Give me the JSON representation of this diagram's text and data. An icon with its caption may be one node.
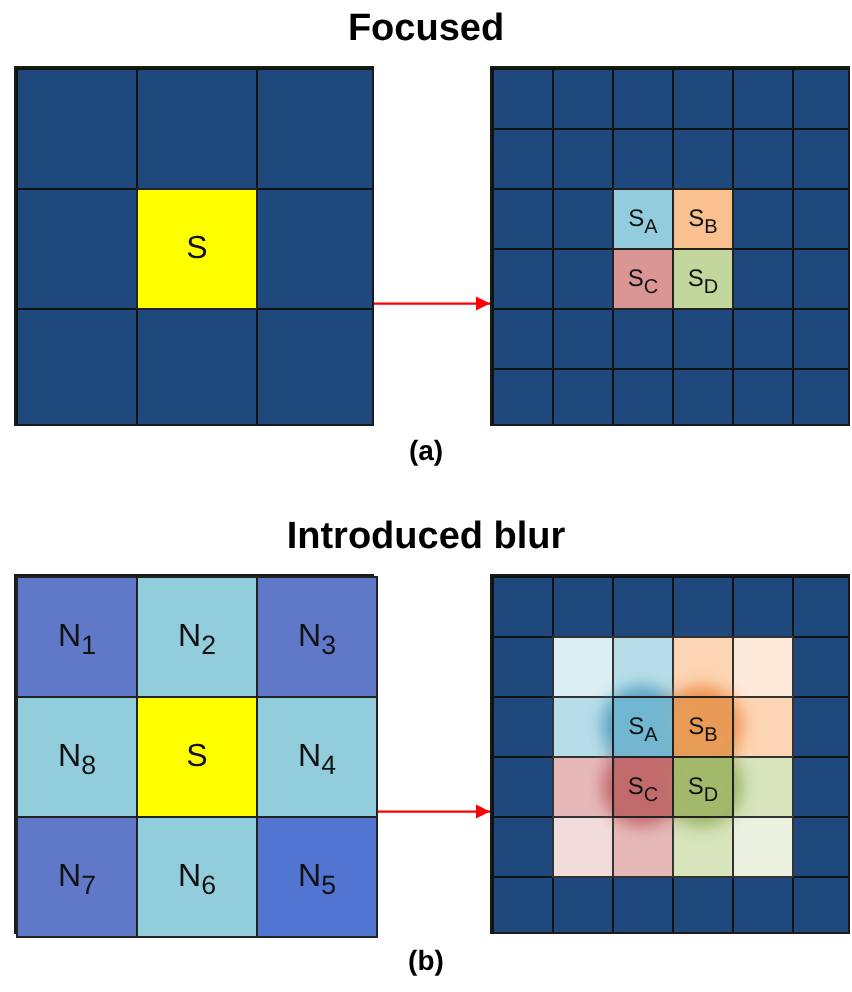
{
  "diagram": {
    "nodes": [
      {
        "text": [],
        "shape": "box"
      },
      {
        "text": [
          "S"
        ],
        "in": 0
      },
      {
        "text": [],
        "shape": "box"
      },
      {
        "text": [
          "S$_{A}$"
        ],
        "in": 2
      },
      {
        "text": [
          "S$_{B}$"
        ],
        "in": 2
      },
      {
        "text": [
          "S$_{C}$"
        ],
        "in": 2
      },
      {
        "text": [
          "S$_{D}$"
        ],
        "in": 2
      },
      {
        "text": [],
        "shape": "box"
      },
      {
        "text": [
          "N$_{1}$"
        ],
        "in": 7
      },
      {
        "text": [
          "N$_{2}$"
        ],
        "in": 7
      },
      {
        "text": [
          "N$_{3}$"
        ],
        "in": 7
      },
      {
        "text": [
          "N$_{8}$"
        ],
        "in": 7
      },
      {
        "text": [
          "S"
        ],
        "in": 7
      },
      {
        "text": [
          "N$_{4}$"
        ],
        "in": 7
      },
      {
        "text": [
          "N$_{7}$"
        ],
        "in": 7
      },
      {
        "text": [
          "N$_{6}$"
        ],
        "in": 7
      },
      {
        "text": [
          "N$_{5}$"
        ],
        "in": 7
      },
      {
        "text": [],
        "shape": "box"
      },
      {
        "text": [
          "S$_{A}$"
        ],
        "in": 17
      },
      {
        "text": [
          "S$_{B}$"
        ],
        "in": 17
      },
      {
        "text": [
          "S$_{C}$"
        ],
        "in": 17
      },
      {
        "text": [
          "S$_{D}$"
        ],
        "in": 17
      }
    ],
    "edges": [
      {
        "from": 0,
        "to": 2,
        "arrow": "to",
        "color": "#ff0000"
      },
      {
        "from": 7,
        "to": 17,
        "arrow": "to",
        "color": "#ff0000"
      }
    ],
    "labels": [
      "Focused",
      "(a)",
      "Introduced blur",
      "(b)"
    ]
  }
}
